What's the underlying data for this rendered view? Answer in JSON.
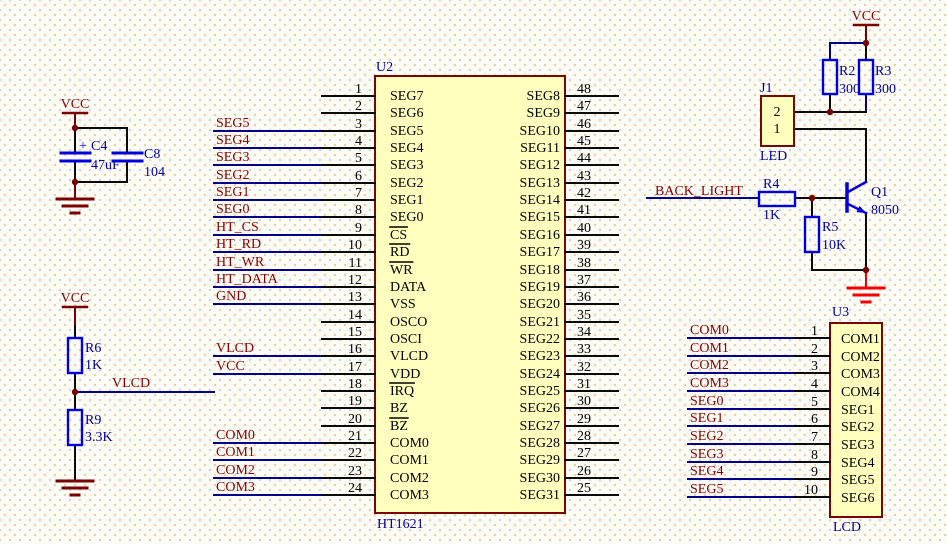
{
  "colors": {
    "background": "#FDFDF6",
    "grid_dot_warm": "#EACDA4",
    "grid_dot_cool": "#CFCFDC",
    "wire": "#00008B",
    "black_wire": "#0A0A0A",
    "component": "#0000DC",
    "component_text": "#0000A0",
    "net_label": "#8B0000",
    "power": "#7A0000",
    "ground_red": "#F40000",
    "junction": "#7A0000",
    "box_fill": "#FFFFBE",
    "box_border": "#7A0505",
    "pin_text": "#000000"
  },
  "power_nets": {
    "vcc": "VCC",
    "vlcd": "VLCD",
    "backlight": "BACK_LIGHT"
  },
  "decoupling": {
    "c4": {
      "ref": "C4",
      "value": "47uF",
      "polarity": "+"
    },
    "c8": {
      "ref": "C8",
      "value": "104"
    }
  },
  "lcd_bias": {
    "r6": {
      "ref": "R6",
      "value": "1K"
    },
    "r9": {
      "ref": "R9",
      "value": "3.3K"
    }
  },
  "backlight_circuit": {
    "r2": {
      "ref": "R2",
      "value": "300"
    },
    "r3": {
      "ref": "R3",
      "value": "300"
    },
    "r4": {
      "ref": "R4",
      "value": "1K"
    },
    "r5": {
      "ref": "R5",
      "value": "10K"
    },
    "q1": {
      "ref": "Q1",
      "value": "8050"
    },
    "j1": {
      "ref": "J1",
      "part": "LED",
      "pin_numbers": [
        "2",
        "1"
      ]
    }
  },
  "u2": {
    "ref": "U2",
    "part": "HT1621",
    "left_pins": [
      {
        "num": "1",
        "name": "SEG7"
      },
      {
        "num": "2",
        "name": "SEG6"
      },
      {
        "num": "3",
        "name": "SEG5",
        "net": "SEG5"
      },
      {
        "num": "4",
        "name": "SEG4",
        "net": "SEG4"
      },
      {
        "num": "5",
        "name": "SEG3",
        "net": "SEG3"
      },
      {
        "num": "6",
        "name": "SEG2",
        "net": "SEG2"
      },
      {
        "num": "7",
        "name": "SEG1",
        "net": "SEG1"
      },
      {
        "num": "8",
        "name": "SEG0",
        "net": "SEG0"
      },
      {
        "num": "9",
        "name": "CS",
        "overline": true,
        "net": "HT_CS"
      },
      {
        "num": "10",
        "name": "RD",
        "overline": true,
        "net": "HT_RD"
      },
      {
        "num": "11",
        "name": "WR",
        "overline": true,
        "net": "HT_WR"
      },
      {
        "num": "12",
        "name": "DATA",
        "net": "HT_DATA"
      },
      {
        "num": "13",
        "name": "VSS",
        "net": "GND"
      },
      {
        "num": "14",
        "name": "OSCO"
      },
      {
        "num": "15",
        "name": "OSCI"
      },
      {
        "num": "16",
        "name": "VLCD",
        "net": "VLCD"
      },
      {
        "num": "17",
        "name": "VDD",
        "net": "VCC"
      },
      {
        "num": "18",
        "name": "IRQ",
        "overline": true
      },
      {
        "num": "19",
        "name": "BZ"
      },
      {
        "num": "20",
        "name": "BZ",
        "overline": true
      },
      {
        "num": "21",
        "name": "COM0",
        "net": "COM0"
      },
      {
        "num": "22",
        "name": "COM1",
        "net": "COM1"
      },
      {
        "num": "23",
        "name": "COM2",
        "net": "COM2"
      },
      {
        "num": "24",
        "name": "COM3",
        "net": "COM3"
      }
    ],
    "right_pins": [
      {
        "num": "48",
        "name": "SEG8"
      },
      {
        "num": "47",
        "name": "SEG9"
      },
      {
        "num": "46",
        "name": "SEG10"
      },
      {
        "num": "45",
        "name": "SEG11"
      },
      {
        "num": "44",
        "name": "SEG12"
      },
      {
        "num": "43",
        "name": "SEG13"
      },
      {
        "num": "42",
        "name": "SEG14"
      },
      {
        "num": "41",
        "name": "SEG15"
      },
      {
        "num": "40",
        "name": "SEG16"
      },
      {
        "num": "39",
        "name": "SEG17"
      },
      {
        "num": "38",
        "name": "SEG18"
      },
      {
        "num": "37",
        "name": "SEG19"
      },
      {
        "num": "36",
        "name": "SEG20"
      },
      {
        "num": "35",
        "name": "SEG21"
      },
      {
        "num": "34",
        "name": "SEG22"
      },
      {
        "num": "33",
        "name": "SEG23"
      },
      {
        "num": "32",
        "name": "SEG24"
      },
      {
        "num": "31",
        "name": "SEG25"
      },
      {
        "num": "30",
        "name": "SEG26"
      },
      {
        "num": "29",
        "name": "SEG27"
      },
      {
        "num": "28",
        "name": "SEG28"
      },
      {
        "num": "27",
        "name": "SEG29"
      },
      {
        "num": "26",
        "name": "SEG30"
      },
      {
        "num": "25",
        "name": "SEG31"
      }
    ]
  },
  "u3": {
    "ref": "U3",
    "part": "LCD",
    "pins": [
      {
        "num": "1",
        "name": "COM1",
        "net": "COM0"
      },
      {
        "num": "2",
        "name": "COM2",
        "net": "COM1"
      },
      {
        "num": "3",
        "name": "COM3",
        "net": "COM2"
      },
      {
        "num": "4",
        "name": "COM4",
        "net": "COM3"
      },
      {
        "num": "5",
        "name": "SEG1",
        "net": "SEG0"
      },
      {
        "num": "6",
        "name": "SEG2",
        "net": "SEG1"
      },
      {
        "num": "7",
        "name": "SEG3",
        "net": "SEG2"
      },
      {
        "num": "8",
        "name": "SEG4",
        "net": "SEG3"
      },
      {
        "num": "9",
        "name": "SEG5",
        "net": "SEG4"
      },
      {
        "num": "10",
        "name": "SEG6",
        "net": "SEG5"
      }
    ]
  }
}
